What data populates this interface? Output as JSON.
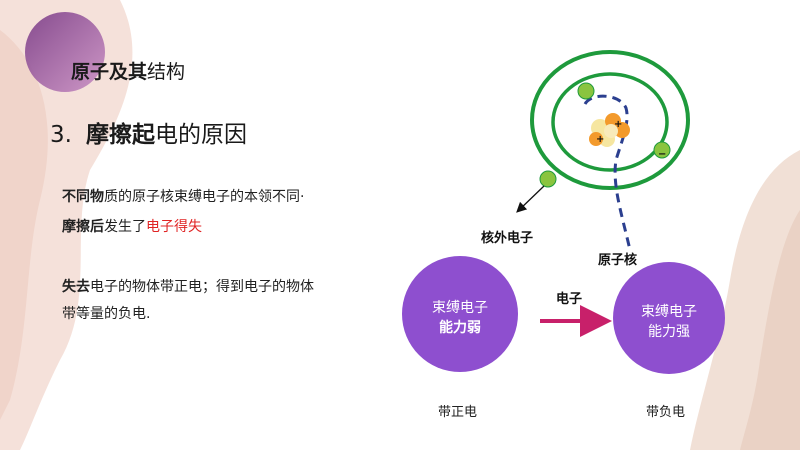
{
  "section": {
    "title_bold": "原子及其",
    "title_rest": "结构"
  },
  "heading": {
    "number": "3.",
    "bold": "摩擦起",
    "rest": "电的原因"
  },
  "para1": {
    "bold1": "不同物",
    "text1": "质的原子核束缚电子的本领不同·"
  },
  "para2": {
    "bold1": "摩擦后",
    "text1": "发生了",
    "red": "电子得失"
  },
  "para3": {
    "bold1": "失去",
    "text1": "电子的物体带正电；得到电子的物体"
  },
  "para4": {
    "text1": "带等量的负电."
  },
  "diagram": {
    "outer_electron_label": "核外电子",
    "nucleus_label": "原子核",
    "electron_label": "电子",
    "left_circle": {
      "line1": "束缚电子",
      "line2": "能力弱"
    },
    "right_circle": {
      "line1": "束缚电子",
      "line2": "能力强"
    },
    "left_caption": "带正电",
    "right_caption": "带负电",
    "plus_sign": "+",
    "minus_sign": "−"
  },
  "colors": {
    "purple_circle": "#8e4fcf",
    "orbit_green": "#1e9a3c",
    "electron_green": "#8ac43f",
    "nucleus_dashed": "#2b3f8f",
    "arrow_pink": "#c8206a",
    "accent_red": "#e02424"
  }
}
